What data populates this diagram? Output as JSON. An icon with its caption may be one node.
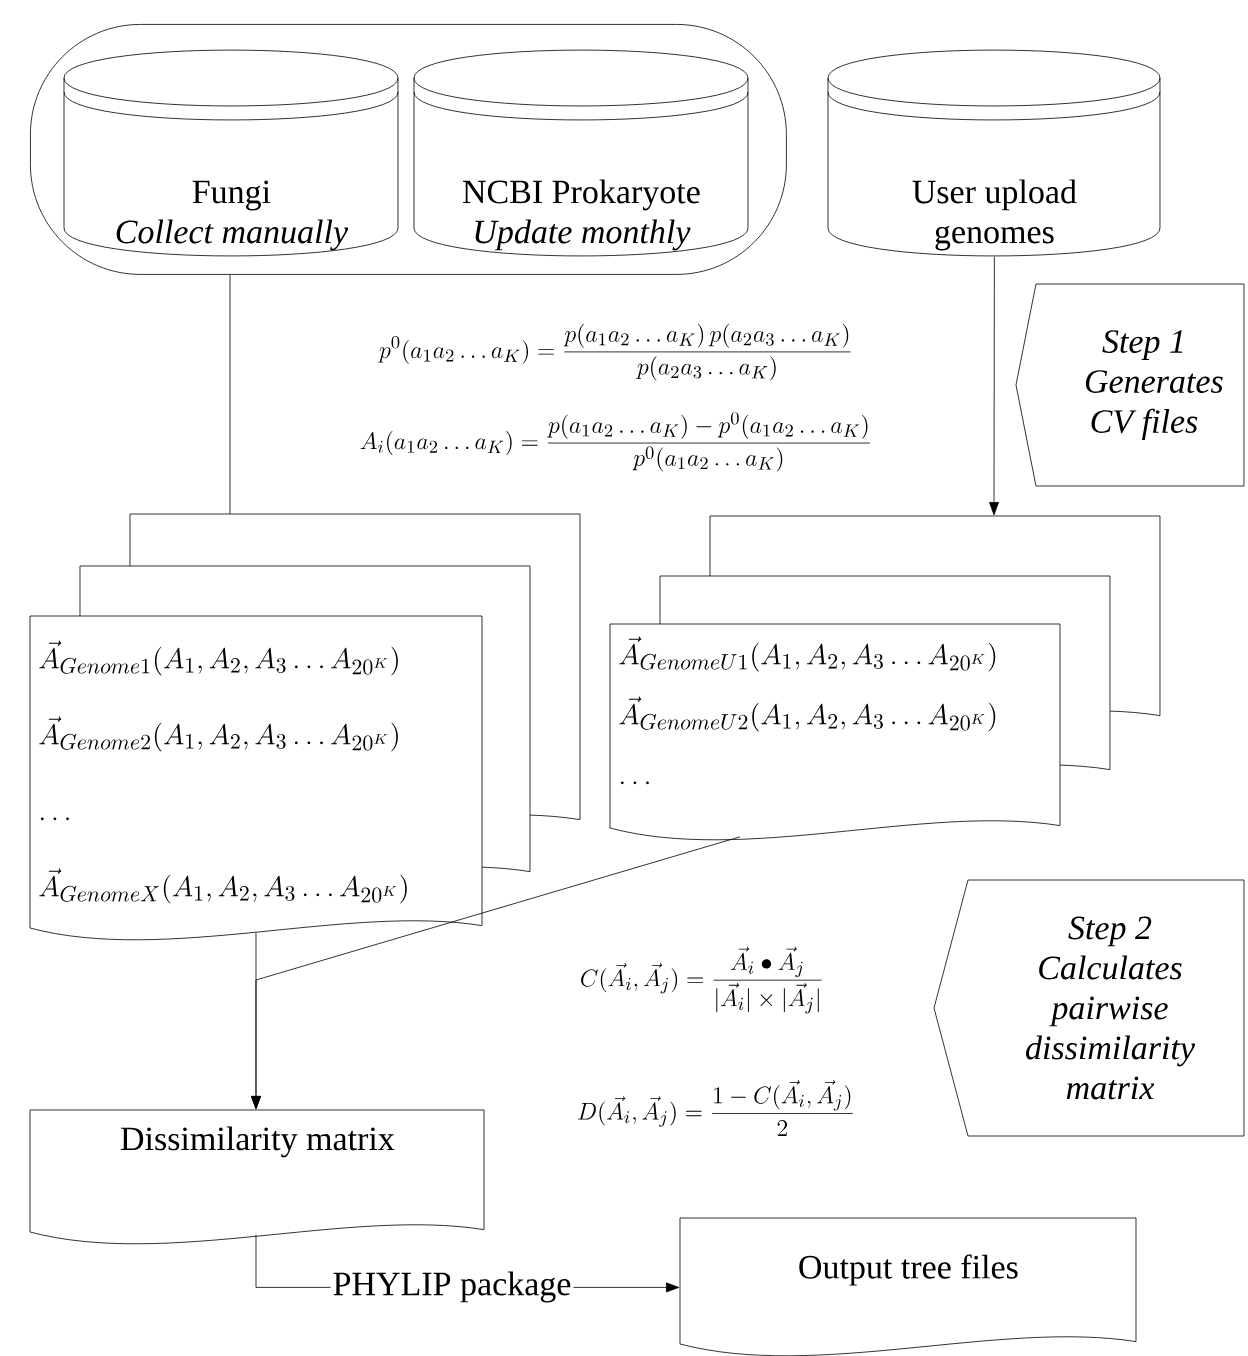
{
  "diagram": {
    "nodes": [
      {
        "text": [],
        "shape": "box"
      },
      {
        "text": [
          "Fungi",
          "Collect manually"
        ],
        "in": 0
      },
      {
        "text": [
          "NCBI Prokaryote",
          "Update monthly"
        ],
        "in": 0
      },
      {
        "text": [
          "User upload genomes"
        ]
      },
      {
        "text": [
          "\\vec{A}_{Genome1}(A_1,A_2,A_3\\ldots A_{20^K})",
          "\\vec{A}_{Genome2}(A_1,A_2,A_3\\ldots A_{20^K})",
          "\\ldots",
          "\\vec{A}_{GenomeX}(A_1,A_2,A_3\\ldots A_{20^K})"
        ]
      },
      {
        "text": [
          "\\vec{A}_{GenomeU1}(A_1,A_2,A_3\\ldots A_{20^K})",
          "\\vec{A}_{GenomeU2}(A_1,A_2,A_3\\ldots A_{20^K})",
          "\\ldots"
        ]
      },
      {
        "text": [
          "Step 1 Generates CV files"
        ]
      },
      {
        "text": [
          "Step 2 Calculates pairwise dissimilarity matrix"
        ]
      },
      {
        "text": [
          "Dissimilarity matrix"
        ]
      },
      {
        "text": [
          "Output tree files"
        ]
      }
    ],
    "edges": [
      {
        "from": 0,
        "to": 4,
        "arrow": "none"
      },
      {
        "from": 3,
        "to": 5,
        "arrow": "to"
      },
      {
        "from": 4,
        "to": 8,
        "arrow": "to"
      },
      {
        "from": 5,
        "to": 8,
        "arrow": "to"
      },
      {
        "from": 8,
        "to": 9,
        "arrow": "to",
        "label": "PHYLIP package"
      }
    ],
    "labels": [
      "p^0(a_1a_2\\ldots a_K)=\\frac{p(a_1a_2\\ldots a_K)\\,p(a_2a_3\\ldots a_K)}{p(a_2a_3\\ldots a_K)}",
      "A_i(a_1a_2\\ldots a_K)=\\frac{p(a_1a_2\\ldots a_K)-p^0(a_1a_2\\ldots a_K)}{p^0(a_1a_2\\ldots a_K)}",
      "C(\\vec{A}_i,\\vec{A}_j)=\\frac{\\vec{A}_i\\bullet\\vec{A}_j}{|\\vec{A}_i|\\times|\\vec{A}_j|}",
      "D(\\vec{A}_i,\\vec{A}_j)=\\frac{1-C(\\vec{A}_i,\\vec{A}_j)}{2}"
    ]
  }
}
